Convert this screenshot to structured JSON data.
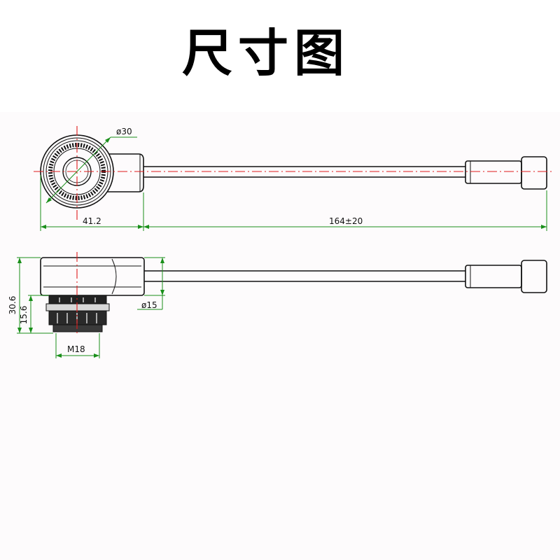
{
  "title": "尺寸图",
  "colors": {
    "outline": "#111111",
    "dimension": "#1a8f1a",
    "centerline": "#e01b1b",
    "background": "#fdfbfc"
  },
  "dimensions": {
    "top_diameter": "ø30",
    "body_length": "41.2",
    "cable_length": "164±20",
    "total_height": "30.6",
    "thread_height": "15.6",
    "side_diameter": "ø15",
    "thread_size": "M18"
  }
}
